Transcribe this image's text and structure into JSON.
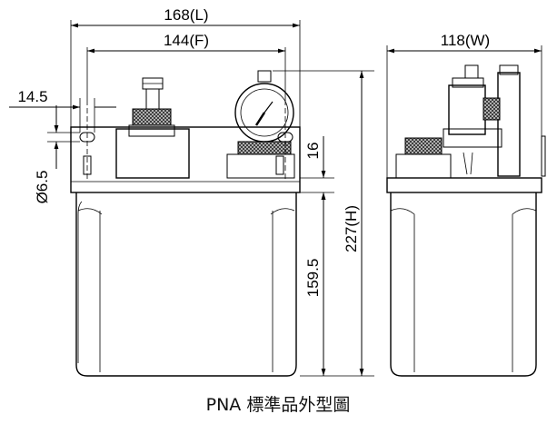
{
  "dimensions": {
    "length": "168(L)",
    "flange": "144(F)",
    "width": "118(W)",
    "height": "227(H)",
    "tank_height": "159.5",
    "offset": "14.5",
    "hole": "Ø6.5",
    "plate": "16"
  },
  "caption": "PNA 標準品外型圖"
}
